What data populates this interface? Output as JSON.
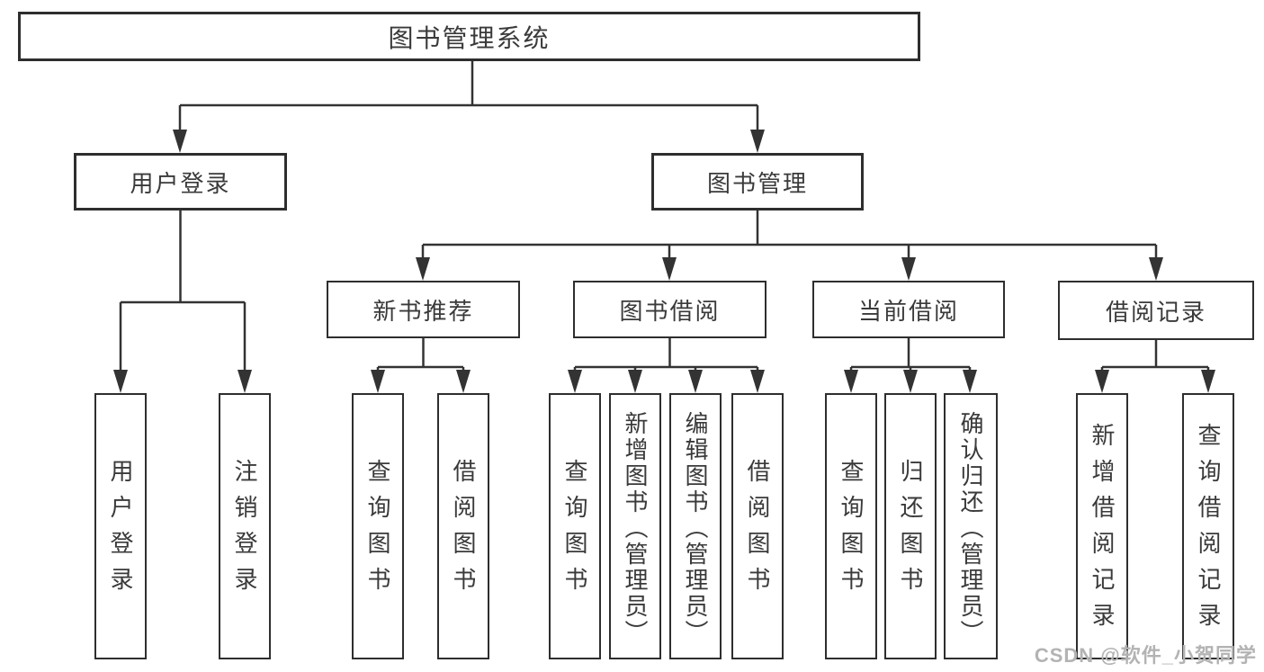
{
  "diagram": {
    "root": {
      "label": "图书管理系统"
    },
    "level2": [
      {
        "label": "用户登录",
        "children": [
          {
            "label": "用户登录"
          },
          {
            "label": "注销登录"
          }
        ]
      },
      {
        "label": "图书管理",
        "children": [
          {
            "label": "新书推荐",
            "children": [
              {
                "label": "查询图书"
              },
              {
                "label": "借阅图书"
              }
            ]
          },
          {
            "label": "图书借阅",
            "children": [
              {
                "label": "查询图书"
              },
              {
                "label": "新增图书（管理员）"
              },
              {
                "label": "编辑图书（管理员）"
              },
              {
                "label": "借阅图书"
              }
            ]
          },
          {
            "label": "当前借阅",
            "children": [
              {
                "label": "查询图书"
              },
              {
                "label": "归还图书"
              },
              {
                "label": "确认归还（管理员）"
              }
            ]
          },
          {
            "label": "借阅记录",
            "children": [
              {
                "label": "新增借阅记录"
              },
              {
                "label": "查询借阅记录"
              }
            ]
          }
        ]
      }
    ]
  },
  "watermark": {
    "text": "CSDN @软件_小贺同学"
  },
  "colors": {
    "line": "#333333",
    "box_border": "#2e2e2e",
    "text": "#3a3a3a",
    "watermark": "#b3b3b3",
    "background": "#ffffff"
  }
}
